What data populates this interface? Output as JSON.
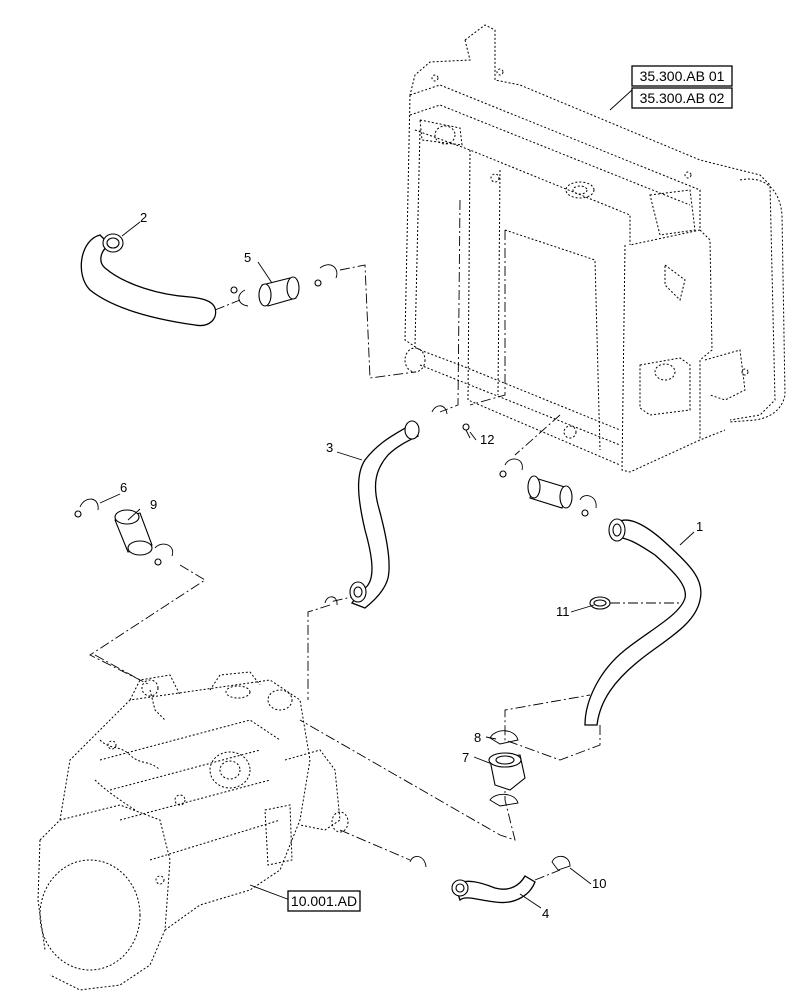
{
  "callouts": [
    {
      "id": "1",
      "label": "1"
    },
    {
      "id": "2",
      "label": "2"
    },
    {
      "id": "3",
      "label": "3"
    },
    {
      "id": "4",
      "label": "4"
    },
    {
      "id": "5",
      "label": "5"
    },
    {
      "id": "6",
      "label": "6"
    },
    {
      "id": "7",
      "label": "7"
    },
    {
      "id": "8",
      "label": "8"
    },
    {
      "id": "9",
      "label": "9"
    },
    {
      "id": "10",
      "label": "10"
    },
    {
      "id": "11",
      "label": "11"
    },
    {
      "id": "12",
      "label": "12"
    }
  ],
  "references": {
    "radiator_ref_1": "35.300.AB 01",
    "radiator_ref_2": "35.300.AB 02",
    "engine_ref": "10.001.AD"
  }
}
